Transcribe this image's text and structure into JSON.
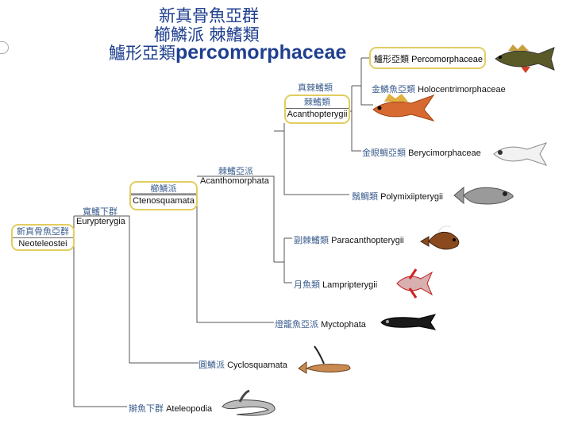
{
  "title": {
    "line1": "新真骨魚亞群",
    "line2": "櫛鱗派 棘鰭類",
    "line3_cn": "鱸形亞類",
    "line3_latin": "percomorphaceae"
  },
  "nodes": {
    "neoteleostei": {
      "cn": "新真骨魚亞群",
      "latin": "Neoteleostei"
    },
    "eurypterygia": {
      "cn": "寬鰭下群",
      "latin": "Eurypterygia"
    },
    "ctenosquamata": {
      "cn": "櫛鱗派",
      "latin": "Ctenosquamata"
    },
    "acanthomorphata": {
      "cn": "棘鰭亞派",
      "latin": "Acanthomorphata"
    },
    "euacanthopterygii": {
      "cn": "真棘鰭類"
    },
    "acanthopterygii": {
      "cn": "棘鰭類",
      "latin": "Acanthopterygii"
    }
  },
  "leaves": {
    "percomorphaceae": {
      "cn": "鱸形亞類",
      "latin": "Percomorphaceae"
    },
    "holocentrimorphaceae": {
      "cn": "金鱗魚亞類",
      "latin": "Holocentrimorphaceae"
    },
    "berycimorphaceae": {
      "cn": "金眼鯛亞類",
      "latin": "Berycimorphaceae"
    },
    "polymixiipterygii": {
      "cn": "鬚鯛類",
      "latin": "Polymixiipterygii"
    },
    "paracanthopterygii": {
      "cn": "副棘鰭類",
      "latin": "Paracanthopterygii"
    },
    "lampripterygii": {
      "cn": "月魚類",
      "latin": "Lampripterygii"
    },
    "myctophata": {
      "cn": "燈籠魚亞派",
      "latin": "Myctophata"
    },
    "cyclosquamata": {
      "cn": "圓鱗派",
      "latin": "Cyclosquamata"
    },
    "ateleopodia": {
      "cn": "辮魚下群",
      "latin": "Ateleopodia"
    }
  },
  "colors": {
    "title": "#1f3f8f",
    "cn_label": "#3d5f8f",
    "highlight": "#e2cd60",
    "line": "#555555"
  }
}
